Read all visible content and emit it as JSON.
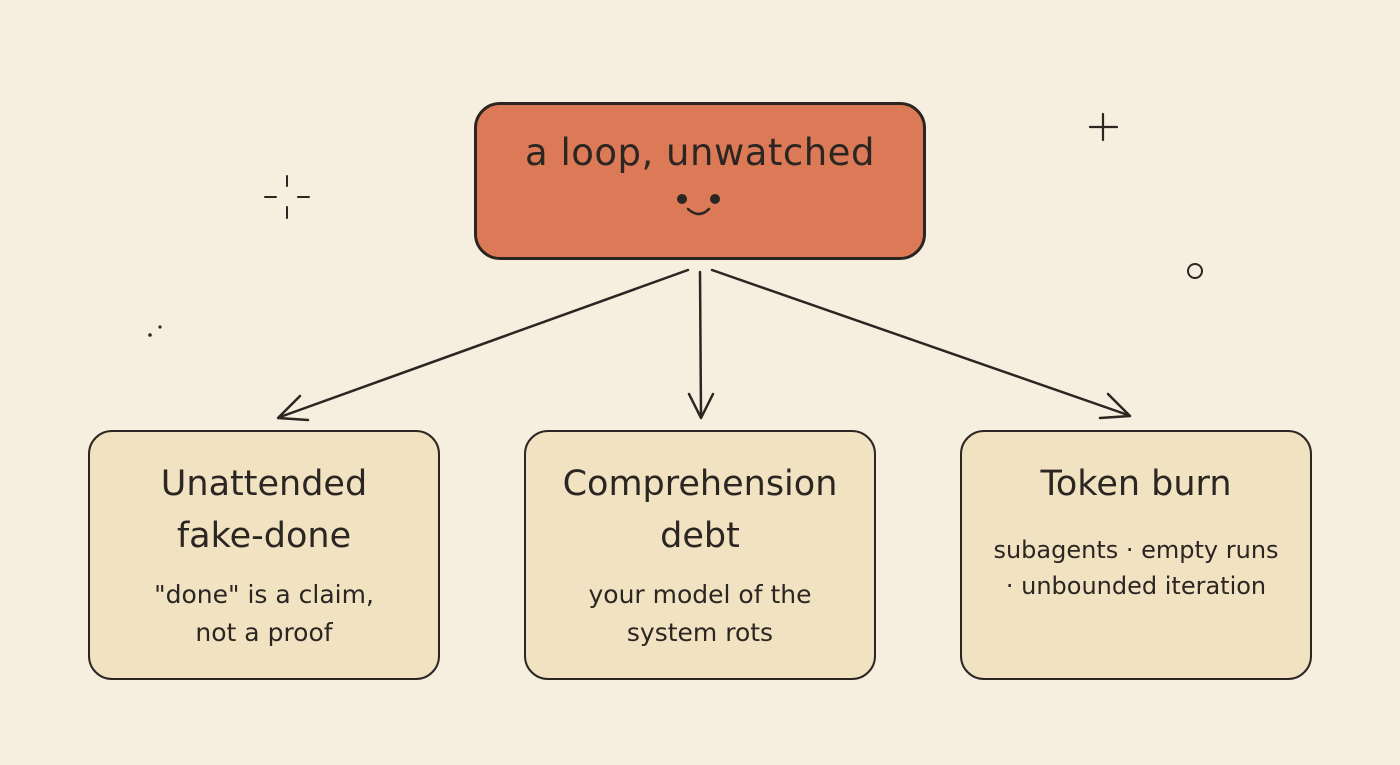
{
  "root": {
    "title": "a loop, unwatched"
  },
  "branches": [
    {
      "title_lines": [
        "Unattended",
        "fake-done"
      ],
      "desc_lines": [
        "\"done\" is a claim,",
        "not a proof"
      ]
    },
    {
      "title_lines": [
        "Comprehension",
        "debt"
      ],
      "desc_lines": [
        "your model of the",
        "system rots"
      ]
    },
    {
      "title_lines": [
        "Token burn"
      ],
      "desc_lines": [
        "subagents · empty runs",
        "· unbounded iteration"
      ]
    }
  ],
  "colors": {
    "background": "#f6eedf",
    "root_fill": "#dc7a57",
    "child_fill": "#f1e2c2",
    "ink": "#2b2622"
  },
  "icons": {
    "face": "smiley-face-icon",
    "sparkle": "sparkle-icon",
    "plus": "plus-icon",
    "circle": "small-circle-icon"
  }
}
